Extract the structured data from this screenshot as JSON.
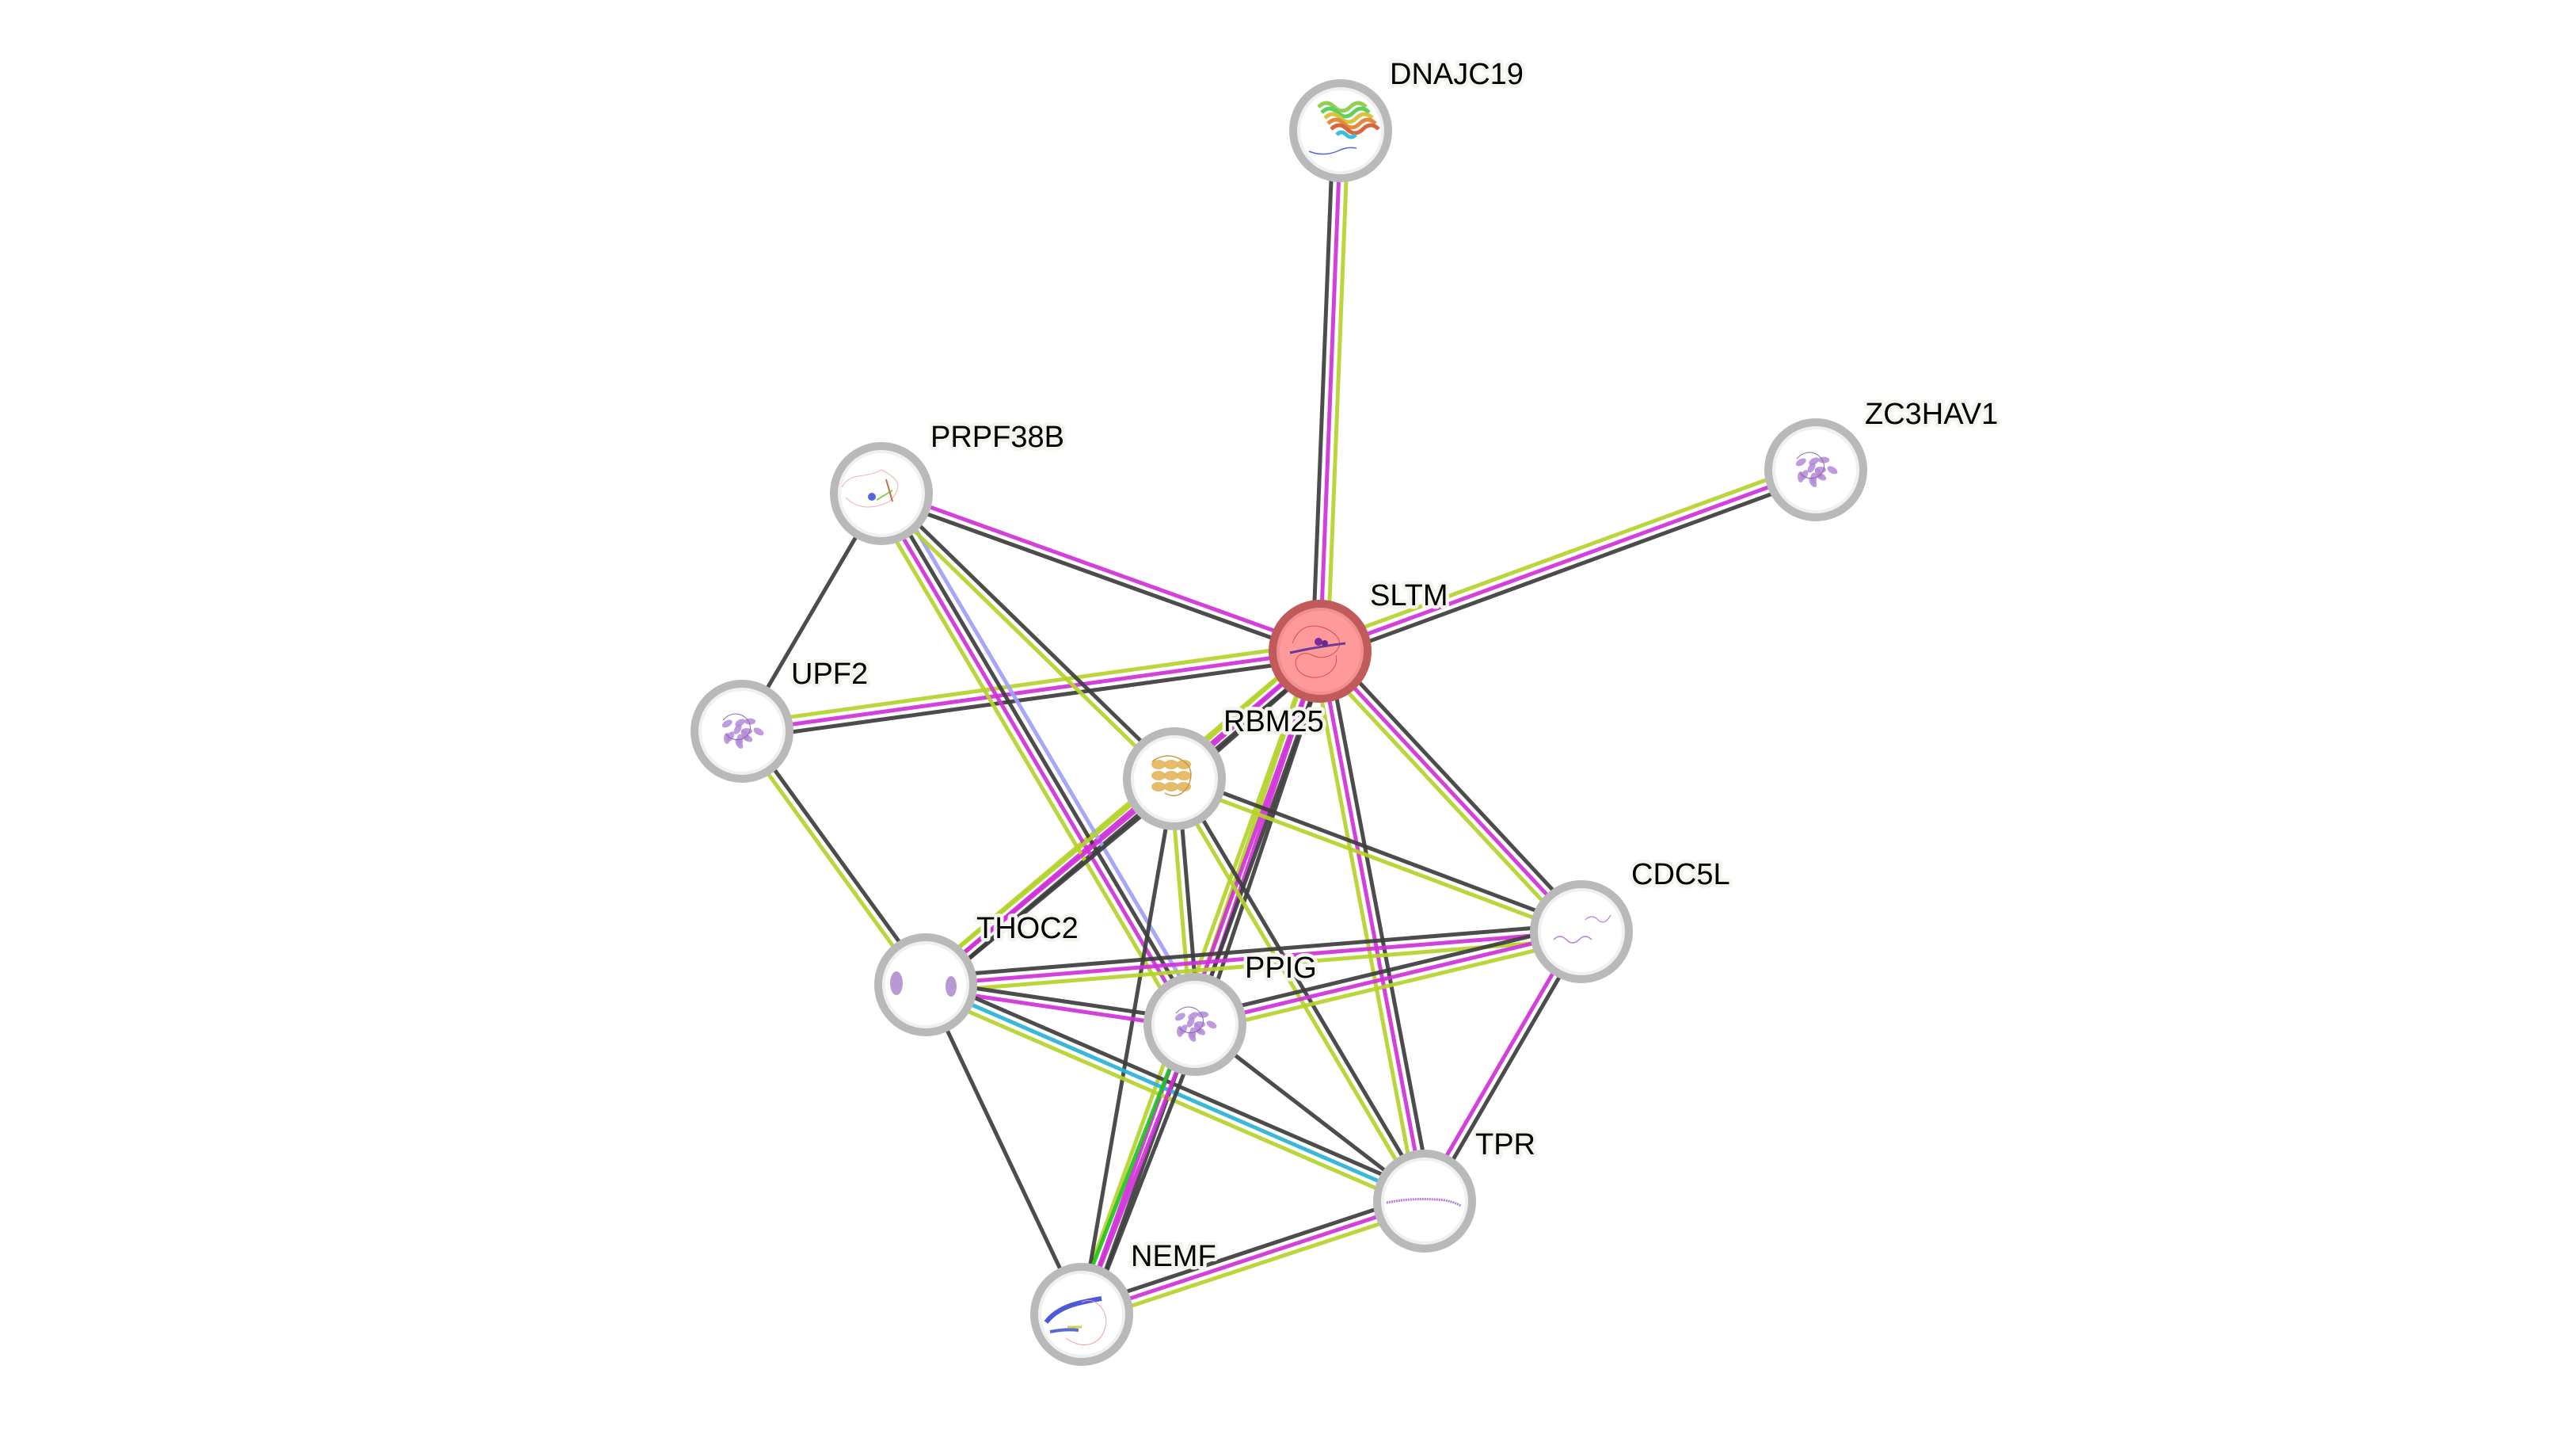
{
  "network": {
    "query_protein": "SLTM",
    "evidence_colors": {
      "textmining": "#b5d22b",
      "experiments": "#d030d8",
      "coexpression": "#3d3d3d",
      "databases": "#2ab1d9",
      "neighborhood": "#22c322",
      "homology": "#9ea0f5"
    },
    "nodes": [
      {
        "id": "DNAJC19",
        "label": "DNAJC19",
        "query": false,
        "structure": "rainbow-helix"
      },
      {
        "id": "ZC3HAV1",
        "label": "ZC3HAV1",
        "query": false,
        "structure": "purple-fold"
      },
      {
        "id": "PRPF38B",
        "label": "PRPF38B",
        "query": false,
        "structure": "sparse-mixed"
      },
      {
        "id": "SLTM",
        "label": "SLTM",
        "query": true,
        "structure": "red-disordered"
      },
      {
        "id": "UPF2",
        "label": "UPF2",
        "query": false,
        "structure": "purple-fold"
      },
      {
        "id": "RBM25",
        "label": "RBM25",
        "query": false,
        "structure": "gold-fold"
      },
      {
        "id": "CDC5L",
        "label": "CDC5L",
        "query": false,
        "structure": "purple-small"
      },
      {
        "id": "THOC2",
        "label": "THOC2",
        "query": false,
        "structure": "purple-pair"
      },
      {
        "id": "PPIG",
        "label": "PPIG",
        "query": false,
        "structure": "purple-fold"
      },
      {
        "id": "TPR",
        "label": "TPR",
        "query": false,
        "structure": "purple-filament"
      },
      {
        "id": "NEMF",
        "label": "NEMF",
        "query": false,
        "structure": "blue-mixed"
      }
    ],
    "edges": [
      {
        "a": "SLTM",
        "b": "DNAJC19",
        "evidence": [
          "coexpression",
          "experiments",
          "textmining"
        ]
      },
      {
        "a": "SLTM",
        "b": "ZC3HAV1",
        "evidence": [
          "textmining",
          "experiments",
          "coexpression"
        ]
      },
      {
        "a": "SLTM",
        "b": "PRPF38B",
        "evidence": [
          "coexpression",
          "experiments"
        ]
      },
      {
        "a": "SLTM",
        "b": "UPF2",
        "evidence": [
          "coexpression",
          "experiments",
          "textmining"
        ]
      },
      {
        "a": "SLTM",
        "b": "RBM25",
        "evidence": [
          "coexpression",
          "experiments",
          "textmining"
        ]
      },
      {
        "a": "SLTM",
        "b": "THOC2",
        "evidence": [
          "coexpression",
          "experiments",
          "textmining"
        ]
      },
      {
        "a": "SLTM",
        "b": "PPIG",
        "evidence": [
          "coexpression",
          "experiments",
          "textmining"
        ]
      },
      {
        "a": "SLTM",
        "b": "NEMF",
        "evidence": [
          "coexpression",
          "experiments",
          "textmining"
        ]
      },
      {
        "a": "SLTM",
        "b": "TPR",
        "evidence": [
          "coexpression",
          "experiments",
          "textmining"
        ]
      },
      {
        "a": "SLTM",
        "b": "CDC5L",
        "evidence": [
          "coexpression",
          "experiments",
          "textmining"
        ]
      },
      {
        "a": "PRPF38B",
        "b": "UPF2",
        "evidence": [
          "coexpression"
        ]
      },
      {
        "a": "PRPF38B",
        "b": "PPIG",
        "evidence": [
          "homology",
          "coexpression",
          "experiments",
          "textmining"
        ]
      },
      {
        "a": "PRPF38B",
        "b": "RBM25",
        "evidence": [
          "coexpression",
          "textmining"
        ]
      },
      {
        "a": "UPF2",
        "b": "THOC2",
        "evidence": [
          "coexpression",
          "textmining"
        ]
      },
      {
        "a": "RBM25",
        "b": "THOC2",
        "evidence": [
          "coexpression",
          "experiments",
          "textmining"
        ]
      },
      {
        "a": "RBM25",
        "b": "CDC5L",
        "evidence": [
          "coexpression",
          "textmining"
        ]
      },
      {
        "a": "RBM25",
        "b": "PPIG",
        "evidence": [
          "coexpression",
          "textmining"
        ]
      },
      {
        "a": "RBM25",
        "b": "TPR",
        "evidence": [
          "coexpression",
          "textmining"
        ]
      },
      {
        "a": "RBM25",
        "b": "NEMF",
        "evidence": [
          "coexpression"
        ]
      },
      {
        "a": "THOC2",
        "b": "CDC5L",
        "evidence": [
          "coexpression",
          "experiments",
          "textmining"
        ]
      },
      {
        "a": "THOC2",
        "b": "PPIG",
        "evidence": [
          "coexpression",
          "experiments"
        ]
      },
      {
        "a": "THOC2",
        "b": "TPR",
        "evidence": [
          "coexpression",
          "databases",
          "textmining"
        ]
      },
      {
        "a": "THOC2",
        "b": "NEMF",
        "evidence": [
          "coexpression"
        ]
      },
      {
        "a": "PPIG",
        "b": "CDC5L",
        "evidence": [
          "coexpression",
          "experiments",
          "textmining"
        ]
      },
      {
        "a": "PPIG",
        "b": "TPR",
        "evidence": [
          "coexpression"
        ]
      },
      {
        "a": "PPIG",
        "b": "NEMF",
        "evidence": [
          "coexpression",
          "experiments",
          "neighborhood"
        ]
      },
      {
        "a": "CDC5L",
        "b": "TPR",
        "evidence": [
          "coexpression",
          "experiments"
        ]
      },
      {
        "a": "NEMF",
        "b": "TPR",
        "evidence": [
          "coexpression",
          "experiments",
          "textmining"
        ]
      }
    ]
  }
}
